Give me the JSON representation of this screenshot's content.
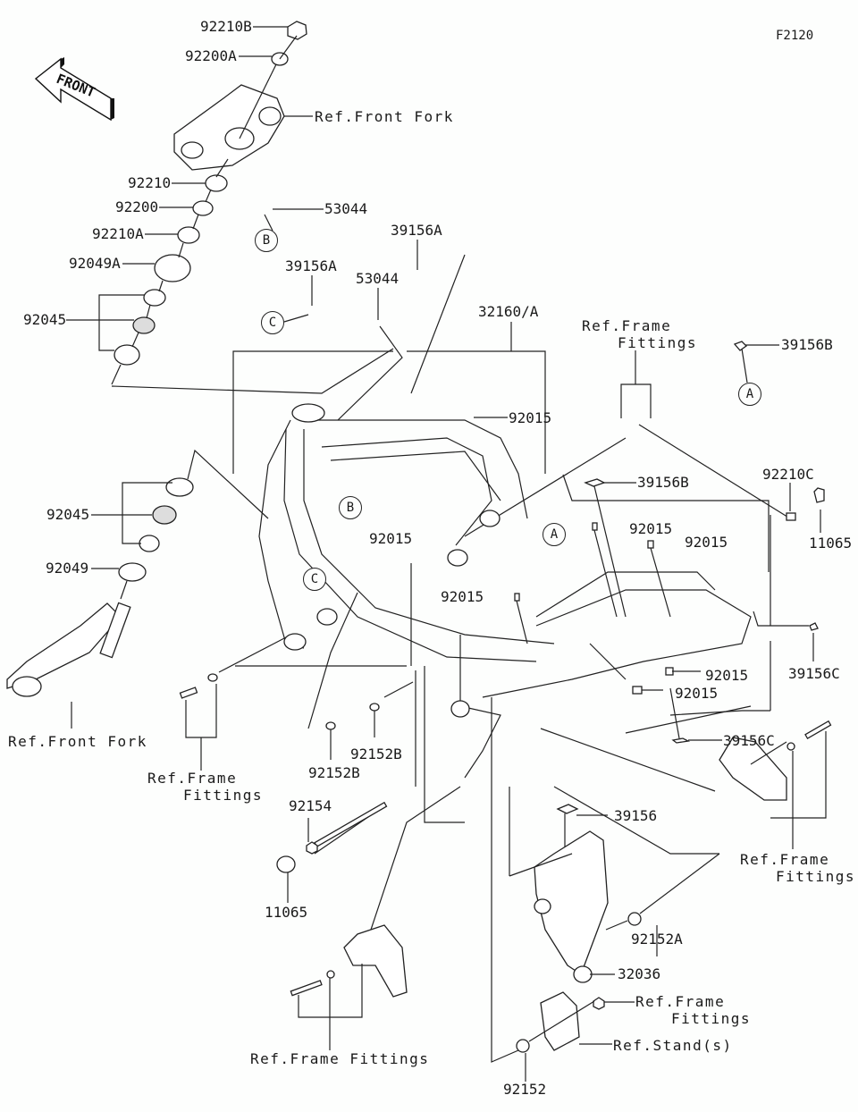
{
  "figure_code": "F2120",
  "direction_arrow": {
    "label": "FRONT",
    "icon": "front-arrow-icon"
  },
  "labels": {
    "l92210B": "92210B",
    "l92200A": "92200A",
    "refFrontFork1": "Ref.Front Fork",
    "l92210": "92210",
    "l92200": "92200",
    "l92210A": "92210A",
    "l92049A": "92049A",
    "l92045a": "92045",
    "l53044a": "53044",
    "l39156Aa": "39156A",
    "l53044b": "53044",
    "l39156Ab": "39156A",
    "l32160A": "32160/A",
    "refFrameFit1a": "Ref.Frame",
    "refFrameFit1b": "Fittings",
    "l39156Ba": "39156B",
    "l92015a": "92015",
    "l39156Bb": "39156B",
    "l92210C": "92210C",
    "l11065a": "11065",
    "l92045b": "92045",
    "l92015b": "92015",
    "l92015c": "92015",
    "l92015d": "92015",
    "l92049": "92049",
    "l92015e": "92015",
    "l39156Ca": "39156C",
    "l92015f": "92015",
    "l92015g": "92015",
    "refFrontFork2": "Ref.Front Fork",
    "refFrameFit2a": "Ref.Frame",
    "refFrameFit2b": "Fittings",
    "l92152Ba": "92152B",
    "l92152Bb": "92152B",
    "l39156Cb": "39156C",
    "l92154": "92154",
    "l39156": "39156",
    "refFrameFit3a": "Ref.Frame",
    "refFrameFit3b": "Fittings",
    "l11065b": "11065",
    "l92152A": "92152A",
    "l32036": "32036",
    "refFrameFit4a": "Ref.Frame",
    "refFrameFit4b": "Fittings",
    "refStands": "Ref.Stand(s)",
    "refFrameFit5": "Ref.Frame Fittings",
    "l92152": "92152"
  },
  "callouts": {
    "A": "A",
    "B": "B",
    "C": "C"
  }
}
